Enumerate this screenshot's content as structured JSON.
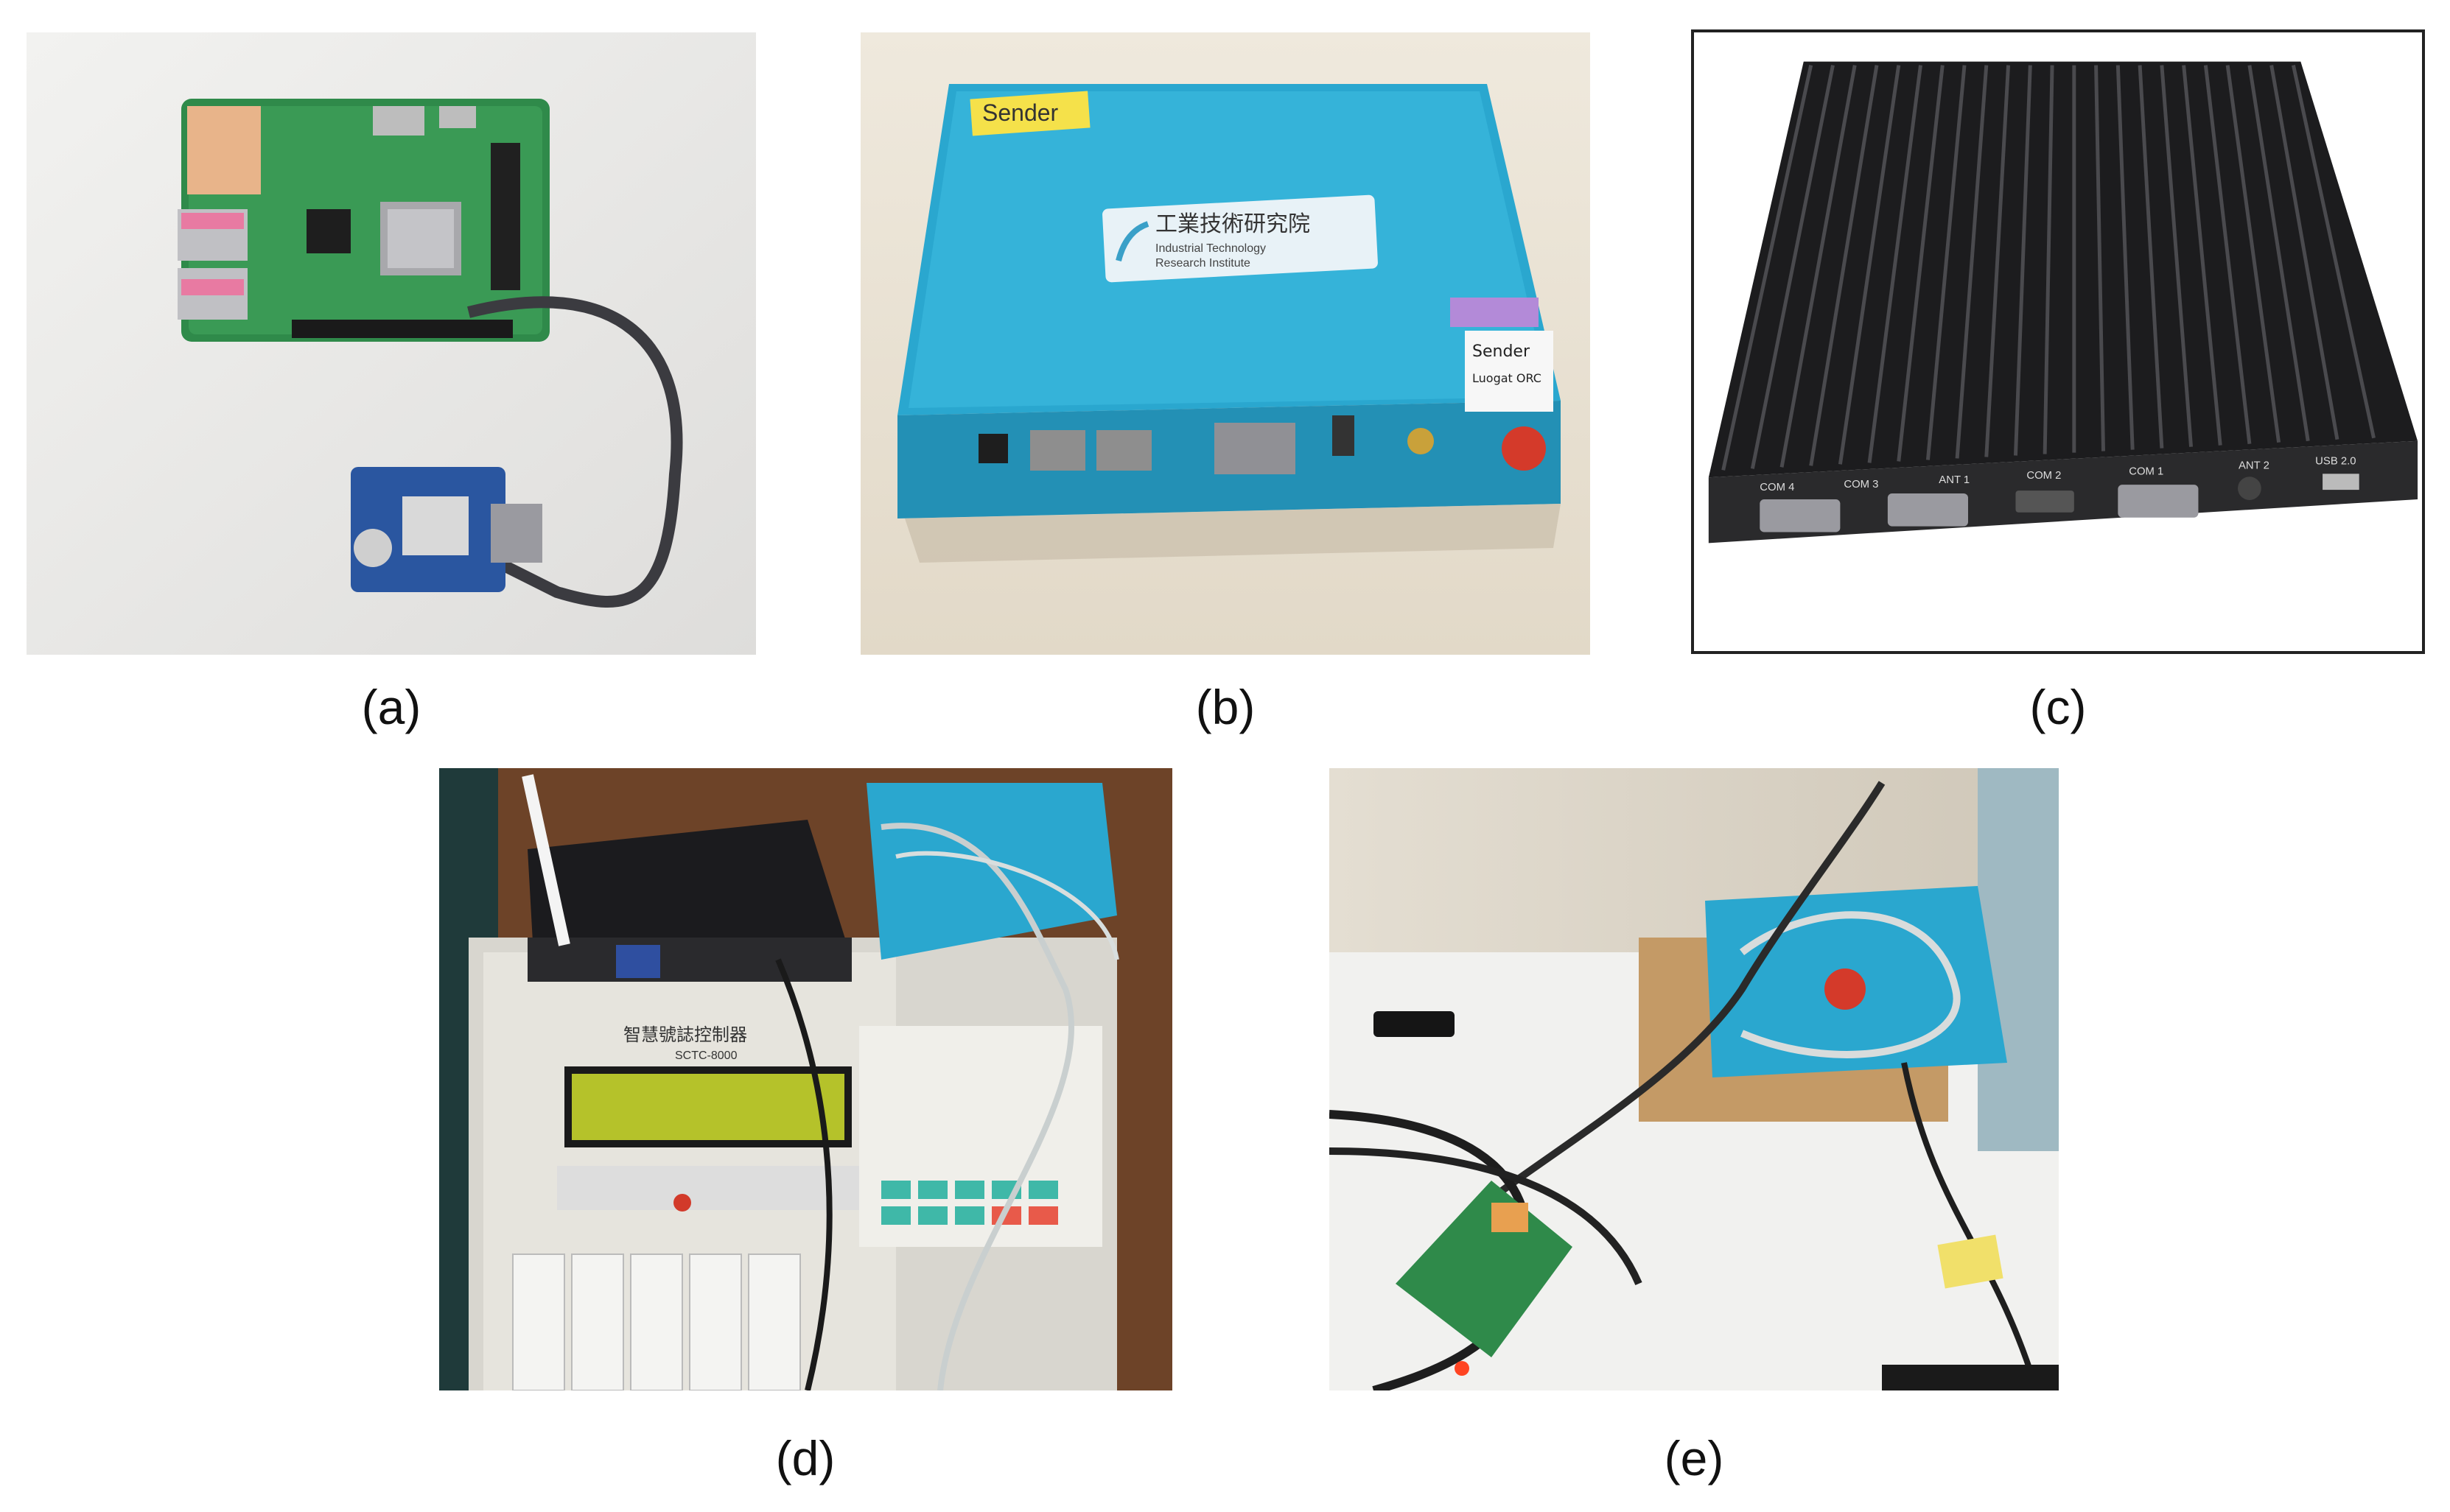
{
  "figure": {
    "panels": [
      {
        "caption": "(a)"
      },
      {
        "caption": "(b)"
      },
      {
        "caption": "(c)"
      },
      {
        "caption": "(d)"
      },
      {
        "caption": "(e)"
      }
    ],
    "device_b": {
      "sticker_sender": "Sender",
      "logo_cn": "工業技術研究院",
      "logo_en_1": "Industrial Technology",
      "logo_en_2": "Research Institute",
      "note_1": "Sender",
      "note_2": "Luogat ORC"
    },
    "device_c": {
      "ports": [
        "COM 4",
        "COM 3",
        "ANT 1",
        "COM 2",
        "COM 1",
        "ANT 2",
        "USB 2.0"
      ]
    },
    "device_d": {
      "panel_title": "智慧號誌控制器",
      "model": "SCTC-8000"
    }
  }
}
